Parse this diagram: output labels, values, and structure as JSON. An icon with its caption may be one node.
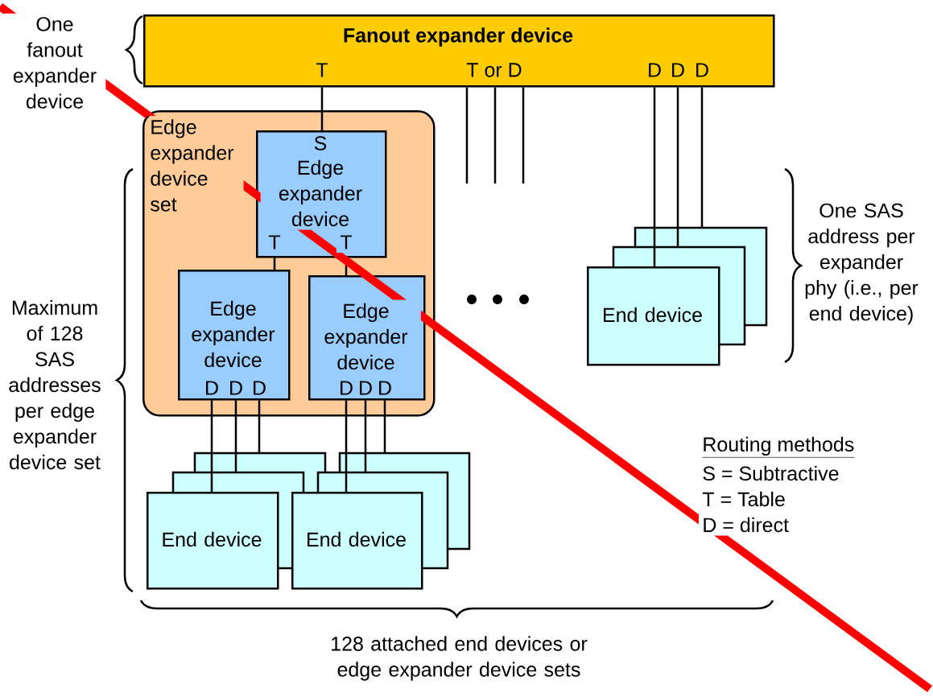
{
  "diagram": {
    "nodes": [
      {
        "text": [
          "Fanout expander device",
          "T",
          "T or D",
          "D",
          "D",
          "D"
        ]
      },
      {
        "text": [
          "Edge expander device set"
        ]
      },
      {
        "text": [
          "S",
          "Edge expander device",
          "T",
          "T"
        ],
        "in": 1
      },
      {
        "text": [
          "Edge expander device",
          "D",
          "D",
          "D"
        ],
        "in": 1
      },
      {
        "text": [
          "Edge expander device",
          "D",
          "D",
          "D"
        ],
        "in": 1
      },
      {
        "text": [
          "End device"
        ]
      },
      {
        "text": [
          "End device"
        ]
      },
      {
        "text": [
          "End device"
        ]
      }
    ],
    "edges": [
      {
        "from": 0,
        "to": 2,
        "arrow": "none"
      },
      {
        "from": 0,
        "to": null,
        "arrow": "none"
      },
      {
        "from": 0,
        "to": null,
        "arrow": "none"
      },
      {
        "from": 0,
        "to": null,
        "arrow": "none"
      },
      {
        "from": 2,
        "to": 3,
        "arrow": "none"
      },
      {
        "from": 2,
        "to": 4,
        "arrow": "none"
      },
      {
        "from": 3,
        "to": 5,
        "arrow": "none"
      },
      {
        "from": 3,
        "to": 5,
        "arrow": "none"
      },
      {
        "from": 3,
        "to": 5,
        "arrow": "none"
      },
      {
        "from": 4,
        "to": 6,
        "arrow": "none"
      },
      {
        "from": 4,
        "to": 6,
        "arrow": "none"
      },
      {
        "from": 4,
        "to": 6,
        "arrow": "none"
      },
      {
        "from": 0,
        "to": 7,
        "arrow": "none"
      },
      {
        "from": 0,
        "to": 7,
        "arrow": "none"
      },
      {
        "from": 0,
        "to": 7,
        "arrow": "none"
      }
    ],
    "labels": [
      "One fanout expander device",
      "Maximum of 128 SAS addresses per edge expander device set",
      "One SAS address per expander phy (i.e., per end device)",
      "128 attached end devices or edge expander device sets",
      "Routing methods",
      "S = Subtractive",
      "T = Table",
      "D = direct"
    ]
  }
}
